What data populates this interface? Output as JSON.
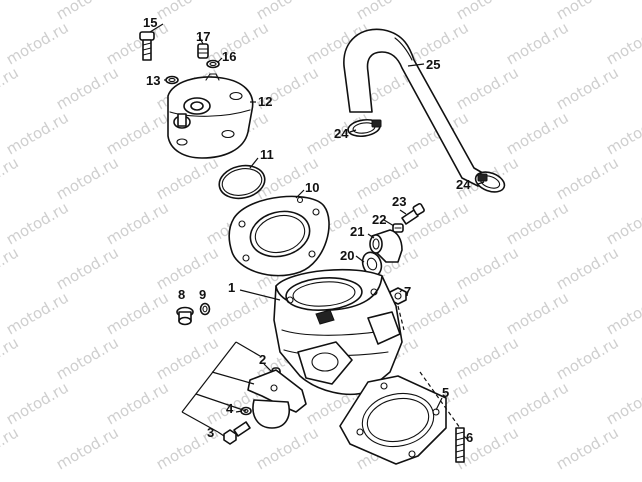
{
  "watermark": {
    "text": "motod.ru",
    "color": "#cfcfcf"
  },
  "callouts": {
    "c1": "1",
    "c2": "2",
    "c3": "3",
    "c4": "4",
    "c5": "5",
    "c6": "6",
    "c7": "7",
    "c8": "8",
    "c9": "9",
    "c10": "10",
    "c11": "11",
    "c12": "12",
    "c13": "13",
    "c15": "15",
    "c16": "16",
    "c17": "17",
    "c20": "20",
    "c21": "21",
    "c22": "22",
    "c23": "23",
    "c24a": "24",
    "c24b": "24",
    "c25": "25"
  }
}
